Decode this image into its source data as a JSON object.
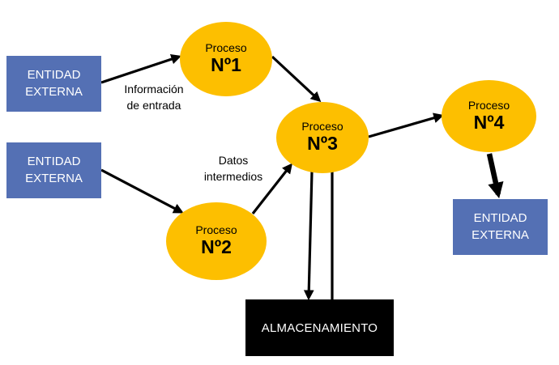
{
  "entities": [
    {
      "line1": "ENTIDAD",
      "line2": "EXTERNA"
    },
    {
      "line1": "ENTIDAD",
      "line2": "EXTERNA"
    },
    {
      "line1": "ENTIDAD",
      "line2": "EXTERNA"
    }
  ],
  "processes": [
    {
      "label": "Proceso",
      "number": "Nº1"
    },
    {
      "label": "Proceso",
      "number": "Nº2"
    },
    {
      "label": "Proceso",
      "number": "Nº3"
    },
    {
      "label": "Proceso",
      "number": "Nº4"
    }
  ],
  "storage": {
    "label": "ALMACENAMIENTO"
  },
  "flow_labels": {
    "input": {
      "line1": "Información",
      "line2": "de entrada"
    },
    "intermediate": {
      "line1": "Datos",
      "line2": "intermedios"
    }
  },
  "colors": {
    "entity": "#5470b4",
    "process": "#fdbf00",
    "storage": "#000000",
    "arrow": "#000000"
  }
}
